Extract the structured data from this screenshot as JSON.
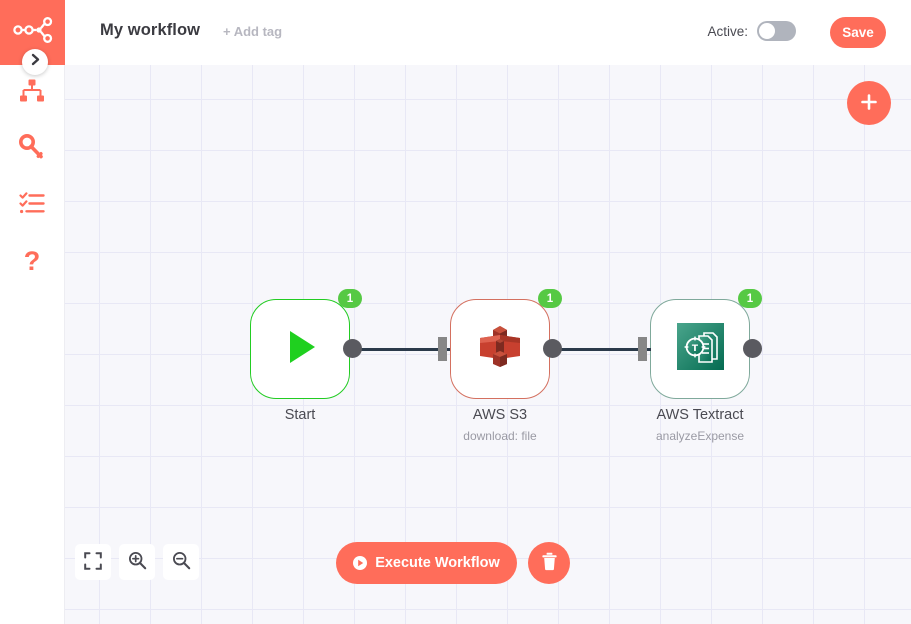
{
  "app": {
    "logo_icon": "n8n-nodes-logo-icon",
    "accent_color": "#ff6d5a",
    "canvas_bg": "#f7f7fb",
    "grid_line_color": "#e8e8f5"
  },
  "sidebar": {
    "collapse_icon": "chevron-right-icon",
    "items": [
      {
        "name": "workflows",
        "icon": "sitemap-icon"
      },
      {
        "name": "credentials",
        "icon": "key-icon"
      },
      {
        "name": "executions",
        "icon": "checklist-icon"
      },
      {
        "name": "help",
        "icon": "question-mark-icon"
      }
    ]
  },
  "header": {
    "workflow_title": "My workflow",
    "add_tag_label": "+ Add tag",
    "active_label": "Active:",
    "active_state": "off",
    "save_label": "Save"
  },
  "canvas": {
    "add_node_label": "+",
    "add_node_icon": "plus-icon"
  },
  "nodes": [
    {
      "id": "start",
      "title": "Start",
      "subtitle": "",
      "badge": "1",
      "icon": "play-triangle-icon",
      "border_color": "#22cc22",
      "icon_color": "#1fd01f"
    },
    {
      "id": "aws-s3",
      "title": "AWS S3",
      "subtitle": "download: file",
      "badge": "1",
      "icon": "aws-s3-bucket-icon",
      "border_color": "#d4705f",
      "icon_color": "#c8402f"
    },
    {
      "id": "aws-textract",
      "title": "AWS Textract",
      "subtitle": "analyzeExpense",
      "badge": "1",
      "icon": "aws-textract-document-icon",
      "border_color": "#7fa99b",
      "icon_color": "#17836b"
    }
  ],
  "toolbar": {
    "zoom_to_fit_icon": "fullscreen-fit-icon",
    "zoom_in_icon": "magnifier-plus-icon",
    "zoom_out_icon": "magnifier-minus-icon",
    "execute_label": "Execute Workflow",
    "execute_icon": "play-circle-icon",
    "delete_icon": "trash-icon"
  }
}
